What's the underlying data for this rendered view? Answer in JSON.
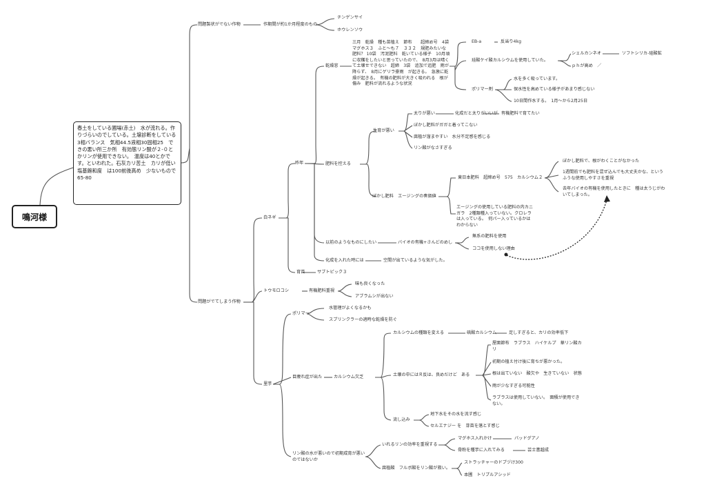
{
  "root": {
    "label": "鳴河様"
  },
  "root_note": "春土をしている圃場(赤土)　水が流れる。作りづらいのでしている。土壌診断をしている3相バランス　気相44.5液相30固相25　できの悪い所三か所　有効態リン酸が２-０とかリンが使用できない。　温度は40とかです。といわれた。石灰カリ苦土　カリが低い　塩基飽和度　は100前後高め　少ないもので65-80",
  "branches": {
    "no_problem": {
      "label": "問題製状がでない作物",
      "period": "作期間が約1か月程度のもの",
      "crops": [
        "チンゲンサイ",
        "ホウレンソウ"
      ]
    },
    "problem": {
      "label": "問題がでてしまう作物",
      "shironegi": {
        "label": "白ネギ",
        "sakunen": {
          "label": "昨年",
          "kanso": {
            "label": "乾燥窓",
            "desc": "三月　乾燥　種も苗植え　節布　　超締め号　4袋　マグホス３　ふと～も７　３３２　規肥みたいな肥料？ 10袋　汚泥肥料　乾いている様子　10月頃に収穫をしたいと思っていたので、　8月3月は晴くて土壌せできない　超締　3袋　追加で追肥　雨が降らず、　8月にゲリラ豪雨　が起きる。　急激に乾燥が起きる。　有機の肥料が大きく吸われる　根が傷み　肥料が流れるような状況",
            "eb": {
              "label": "EB-a",
              "value": "反当り4kg"
            },
            "keisan": {
              "label": "珪酸ケイ酸カルシウムを使用していた。",
              "items": [
                {
                  "label": "シェルカンネオ",
                  "child": "ソフトシリカ-硅酸鉱"
                },
                {
                  "label": "ｐｈが高め　／"
                }
              ]
            },
            "polymer": {
              "label": "ポリマー剤",
              "items": [
                "水を多く吸っています。",
                "保水性を高めている様子があまり感じない",
                "10日間作水する。　1月～から2月25日"
              ]
            }
          },
          "hiryou": {
            "label": "肥料を控える",
            "seiiku": {
              "label": "生育が悪い",
              "futori": {
                "label": "太りが悪い",
                "kasei": "化成だと太りがいいが",
                "yuuki": "有機肥料で育てたい"
              },
              "items": [
                "ぼかし肥料がガガと着ってこない",
                "腐植が溜まやすい　水分不足感を感じる",
                "リン酸がなさすぎる"
              ]
            },
            "bokashi": {
              "label": "ぼかし肥料　エージングの奏価値",
              "tohi": {
                "label": "東日本肥料　超締め号　575　カルシウム２",
                "items": [
                  "ぼかし肥料で、根がわくことがなかった",
                  "1週間前でも肥料を混ぜ込んでも大丈夫かな、というふうな使用しやすさを重視",
                  "去年バイオの有機を使用したときに　種は太うじがわいてしまった。"
                ]
              },
              "aging": "エージングの使用している肥料の内カニガラ　2種類種入っていない。クロレラは入っている。　何パー入っているかはわからない"
            }
          },
          "ijou": {
            "label": "以前のようなものにしたい",
            "bio": "バイオの有機+さんどのめし",
            "items": [
              "無系の肥料を使用",
              "ココを使用しない理由"
            ]
          },
          "kasei": {
            "label": "化成を入れた時には",
            "value": "空間が出ているような気がした。"
          }
        },
        "ikubyo": {
          "label": "育苗",
          "value": "サブトピック３"
        }
      },
      "tomorokoshi": {
        "label": "トウモロコシ",
        "sub": "有機肥料重視",
        "items": [
          "味も良くなった",
          "アブラムシが出ない"
        ]
      },
      "satoimo": {
        "label": "里芋",
        "polymer": {
          "label": "ポリマー",
          "items": [
            "水管理がよくなるかも",
            "スプリンクラーの適時な乾燥を防ぐ"
          ]
        },
        "shiori": {
          "label": "目痩れ症が出た",
          "calcium": "カルシウム欠乏",
          "shurui": {
            "label": "カルシウムの種類を変える",
            "child": "硫酸カルシウム",
            "child2": "足しすぎると、カリの効率低下"
          },
          "dojo": {
            "label": "土壌の中にはＲ反は、良めだけど　ある",
            "items": [
              "屋面節布　ラブラス　ハイケルプ　華リン酸カリ",
              "初期の植え付け後に育ちが悪かった。",
              "根は出ていない　酸欠や　生きていない　状態",
              "雨が少なすぎる可能性",
              "ラブラスは使用していない。　面積が使用できない。"
            ]
          },
          "nagare": {
            "label": "流し込み",
            "items": [
              "地下水をその水を流す感じ",
              "セルエナジー を　芽苗を落とす感じ"
            ]
          }
        },
        "rinsan": {
          "label": "リン酸の水が悪いので初期成育が悪いのではないか",
          "kouritsu": {
            "label": "いれるリンの効率を重視する",
            "maghos": {
              "label": "マグホス入れかけ",
              "value": "バッドグアノ"
            },
            "hiryou": {
              "label": "骨粉を種芋に入れてみる",
              "value": "芸士書越成"
            }
          },
          "fulvo": {
            "label": "腐植酸　フルボ酸をリン酸が救い。",
            "items": [
              "ストラッチャーのドブヅけ300",
              "本圃　トリプルアシッド"
            ]
          }
        }
      }
    }
  }
}
